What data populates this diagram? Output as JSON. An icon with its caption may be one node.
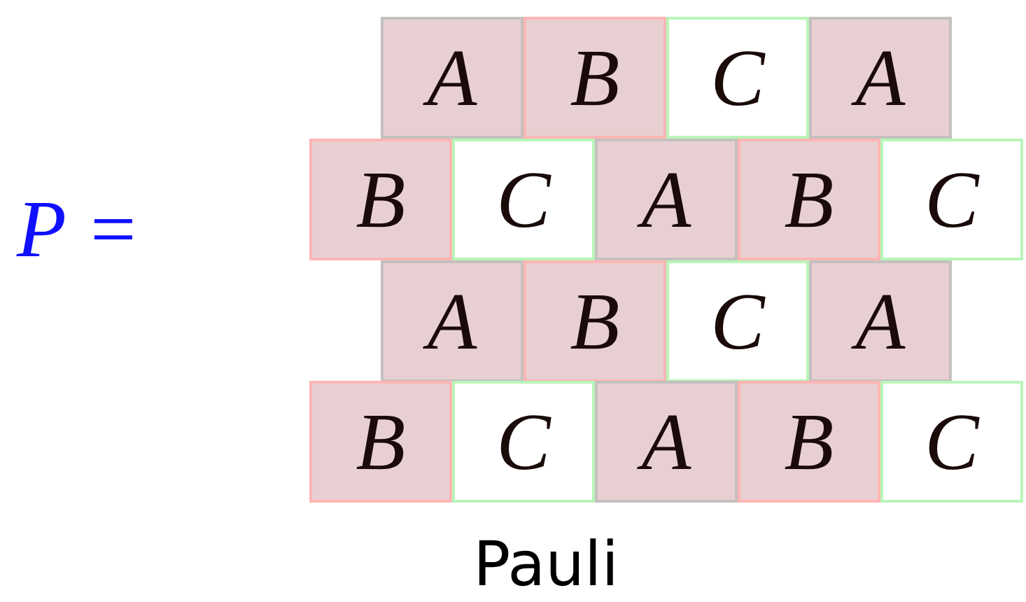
{
  "diagram": {
    "caption": "Pauli",
    "nodes": [
      {
        "text": [
          "A"
        ]
      },
      {
        "text": [
          "B"
        ]
      },
      {
        "text": [
          "C"
        ]
      },
      {
        "text": [
          "A"
        ]
      },
      {
        "text": [
          "B"
        ]
      },
      {
        "text": [
          "C"
        ]
      },
      {
        "text": [
          "A"
        ]
      },
      {
        "text": [
          "B"
        ]
      },
      {
        "text": [
          "C"
        ]
      },
      {
        "text": [
          "A"
        ]
      },
      {
        "text": [
          "B"
        ]
      },
      {
        "text": [
          "C"
        ]
      },
      {
        "text": [
          "A"
        ]
      },
      {
        "text": [
          "B"
        ]
      },
      {
        "text": [
          "C"
        ]
      },
      {
        "text": [
          "A"
        ]
      },
      {
        "text": [
          "B"
        ]
      },
      {
        "text": [
          "C"
        ]
      }
    ],
    "labels": [
      "P ="
    ]
  }
}
